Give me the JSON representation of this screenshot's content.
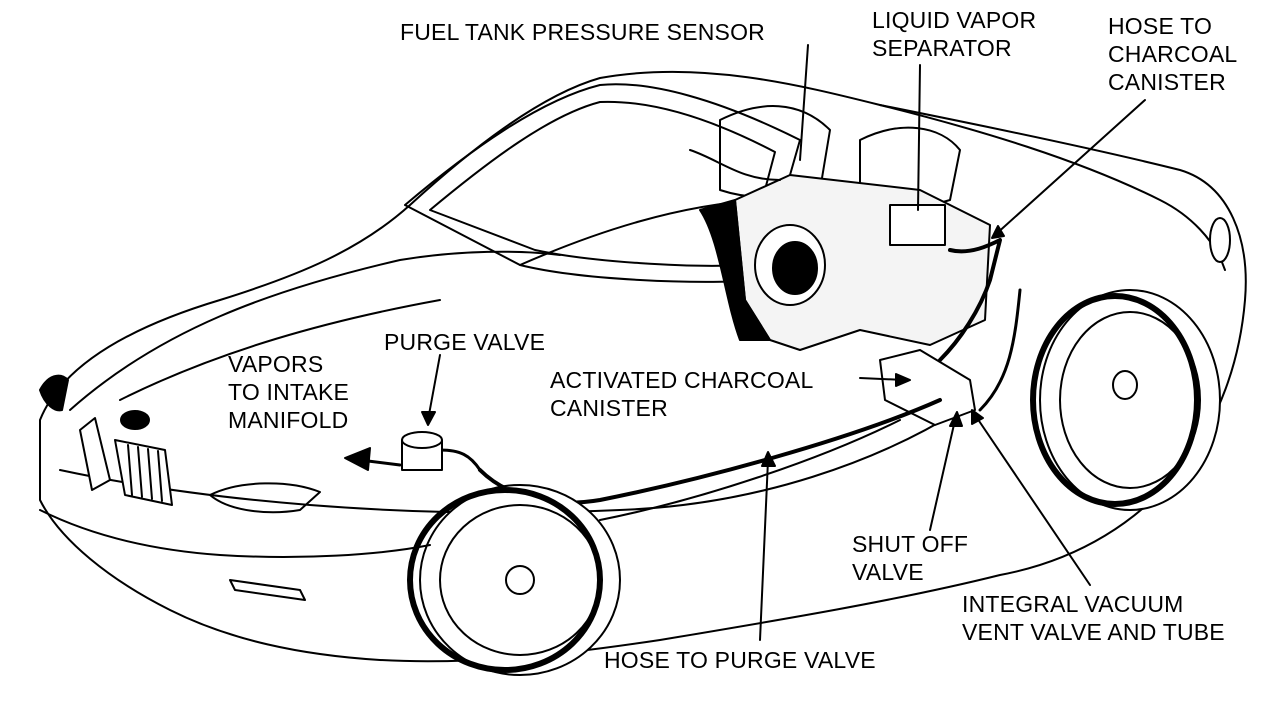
{
  "diagram": {
    "labels": {
      "fuel_tank_pressure_sensor": "FUEL TANK PRESSURE SENSOR",
      "liquid_vapor_separator": [
        "LIQUID VAPOR",
        "SEPARATOR"
      ],
      "hose_to_charcoal_canister": [
        "HOSE TO",
        "CHARCOAL",
        "CANISTER"
      ],
      "vapors_to_intake_manifold": [
        "VAPORS",
        "TO INTAKE",
        "MANIFOLD"
      ],
      "purge_valve": "PURGE VALVE",
      "activated_charcoal_canister": [
        "ACTIVATED CHARCOAL",
        "CANISTER"
      ],
      "shut_off_valve": [
        "SHUT OFF",
        "VALVE"
      ],
      "integral_vacuum_vent_valve": [
        "INTEGRAL VACUUM",
        "VENT VALVE AND TUBE"
      ],
      "hose_to_purge_valve": "HOSE TO PURGE VALVE"
    }
  }
}
